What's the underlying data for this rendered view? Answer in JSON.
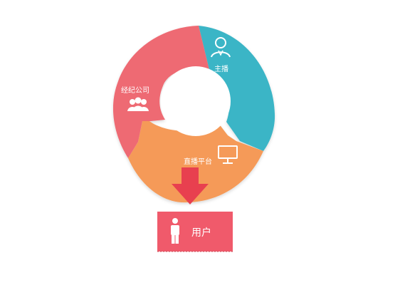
{
  "diagram": {
    "segments": {
      "anchor": {
        "label": "主播",
        "color": "#3bb5c6"
      },
      "agency": {
        "label": "经纪公司",
        "color": "#ee6b73"
      },
      "platform": {
        "label": "直播平台",
        "color": "#f59a58"
      }
    },
    "user": {
      "label": "用户",
      "color": "#f05a6b"
    },
    "arrow": {
      "color": "#e8404f"
    },
    "icons": {
      "anchor": "person-bust-icon",
      "agency": "people-group-icon",
      "platform": "monitor-icon",
      "user": "person-standing-icon"
    }
  }
}
